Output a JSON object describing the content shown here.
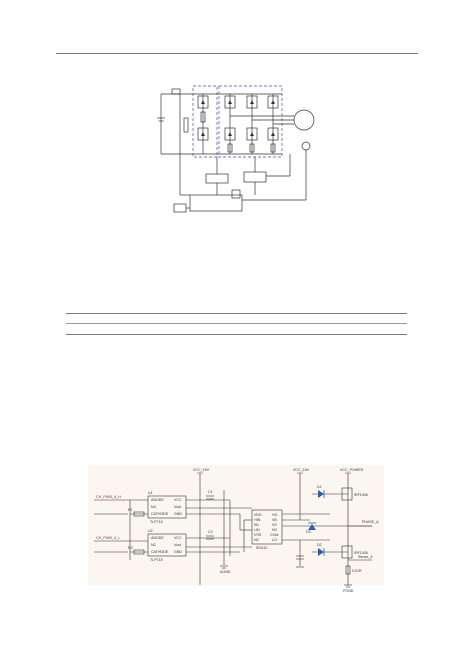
{
  "figure2": {
    "labels": {
      "in_a_h": "CH_PWM_A_H",
      "in_a_l": "CH_PWM_A_L",
      "r1": "R1",
      "r2": "R2",
      "u1_name": "U1",
      "u2_name": "U2",
      "opto_p1": "ANODE",
      "opto_p2": "NC",
      "opto_p3": "CATHODE",
      "opto_p4": "VCC",
      "opto_p5": "Vout",
      "opto_p6": "GND",
      "opto_part": "TLP715",
      "vcc_1": "VCC_15V",
      "vcc_2": "VCC_15V",
      "vcc_power": "VCC_POWER",
      "agnd": "AGND",
      "pgnd": "PGND",
      "drv_part": "IR2110",
      "drv_p1": "VDD",
      "drv_p2": "HIN",
      "drv_p3": "SD",
      "drv_p4": "LIN",
      "drv_p5": "VSS",
      "drv_p6": "NC",
      "drv_p7": "HO",
      "drv_p8": "VB",
      "drv_p9": "VS",
      "drv_p10": "NC",
      "drv_p11": "COM",
      "drv_p12": "LO",
      "phase_a": "PHASE_A",
      "sense_a": "Sense_A",
      "q1": "IRF1405",
      "q2": "IRF1405",
      "d1": "D1",
      "d2": "D2",
      "d3": "D3",
      "c1": "C1",
      "c2": "C2",
      "r_sense": "0.01R"
    }
  }
}
